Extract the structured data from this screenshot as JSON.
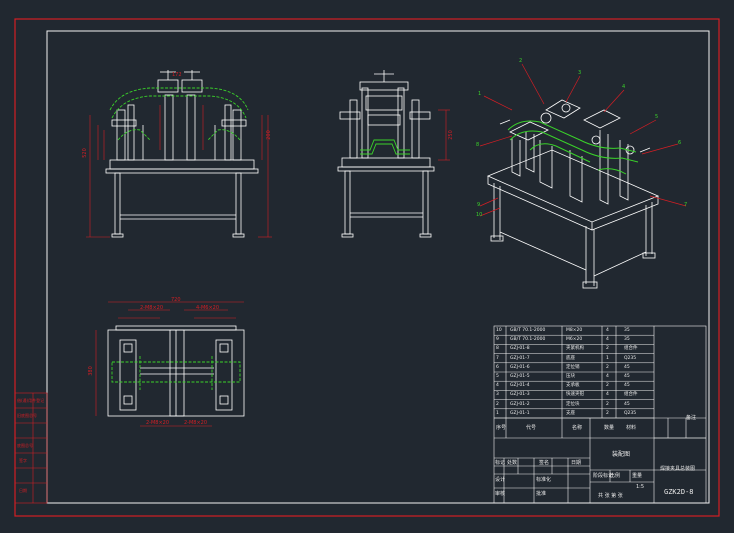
{
  "colors": {
    "background": "#212830",
    "sheet_border": "#d41e24",
    "drawing_frame": "#f2f2f2",
    "geometry": "#ffffff",
    "dimension": "#d41e24",
    "part_highlight": "#3ad22a",
    "leader": "#d41e24",
    "balloon_text": "#3ad22a"
  },
  "views": {
    "front": {
      "dim_top": "172",
      "dim_left": "520",
      "dim_right": "200"
    },
    "side": {
      "dim_right": "250"
    },
    "plan": {
      "dim_top": "720",
      "dim_top_left": "2-M8×20",
      "dim_top_right": "4-M6×20",
      "dim_left": "380",
      "dim_bottom_left": "2-M8×20",
      "dim_bottom_right": "2-M8×20"
    },
    "iso": {
      "balloons": [
        "1",
        "2",
        "3",
        "4",
        "5",
        "6",
        "7",
        "8",
        "9",
        "10"
      ]
    }
  },
  "parts_list": {
    "rows": [
      [
        "10",
        "GB/T 70.1-2000",
        "M8×20",
        "4",
        "35"
      ],
      [
        "9",
        "GB/T 70.1-2000",
        "M6×20",
        "4",
        "35"
      ],
      [
        "8",
        "GZJ-01-8",
        "夹紧机构",
        "2",
        "组合件"
      ],
      [
        "7",
        "GZJ-01-7",
        "底座",
        "1",
        "Q235"
      ],
      [
        "6",
        "GZJ-01-6",
        "定位销",
        "2",
        "45"
      ],
      [
        "5",
        "GZJ-01-5",
        "压块",
        "4",
        "45"
      ],
      [
        "4",
        "GZJ-01-4",
        "支承板",
        "2",
        "45"
      ],
      [
        "3",
        "GZJ-01-3",
        "快速夹钳",
        "4",
        "组合件"
      ],
      [
        "2",
        "GZJ-01-2",
        "定位块",
        "2",
        "45"
      ],
      [
        "1",
        "GZJ-01-1",
        "支座",
        "2",
        "Q235"
      ]
    ],
    "header": [
      "序号",
      "代号",
      "名称",
      "数量",
      "材料"
    ],
    "remark_label": "备注"
  },
  "title_block": {
    "drawing_name": "焊接夹具总装图",
    "assembly_label": "装配图",
    "drawing_code": "GZK2D-8",
    "scale_label": "比例",
    "scale_value": "1:5",
    "sheet_label": "共 张 第 张",
    "designer": "设计",
    "checker": "审核",
    "approver": "批准",
    "standard": "标准化",
    "date": "日期",
    "signature": "签名",
    "mark": "标记",
    "count": "处数",
    "weight": "重量",
    "stage": "阶段标记"
  },
  "left_strip": {
    "labels": [
      "借(通)用件登记",
      "旧底图总号",
      "底图总号",
      "签字",
      "日期"
    ]
  }
}
